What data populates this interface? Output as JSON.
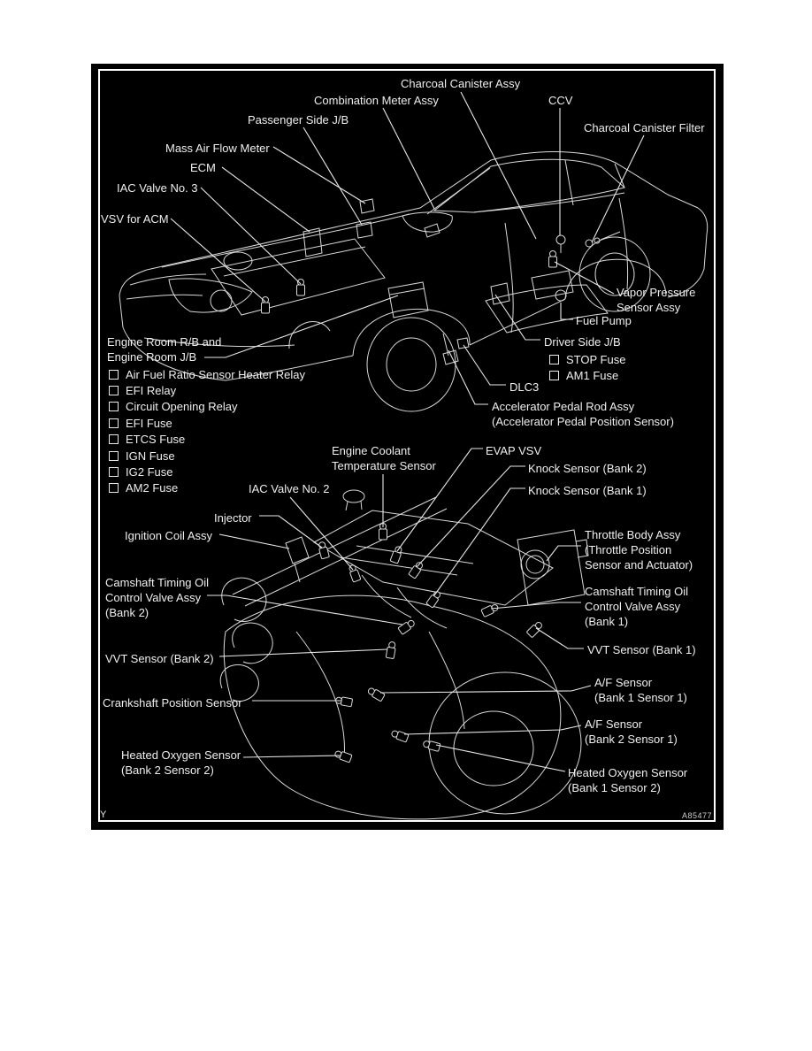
{
  "figure": {
    "corner_mark": "Y",
    "figure_code": "A85477",
    "colors": {
      "background": "#000000",
      "line": "#d8d8d8",
      "text": "#efefef"
    },
    "labels": {
      "charcoal_canister_assy": "Charcoal Canister Assy",
      "combination_meter_assy": "Combination Meter Assy",
      "ccv": "CCV",
      "passenger_side_jb": "Passenger Side J/B",
      "charcoal_canister_filter": "Charcoal Canister Filter",
      "mass_air_flow_meter": "Mass Air Flow Meter",
      "ecm": "ECM",
      "iac_valve_no_3": "IAC Valve No. 3",
      "vsv_for_acm": "VSV for ACM",
      "vapor_pressure_sensor_assy": [
        "Vapor Pressure",
        "Sensor Assy"
      ],
      "fuel_pump": "Fuel Pump",
      "driver_side_jb": {
        "title": "Driver Side J/B",
        "items": [
          "STOP Fuse",
          "AM1 Fuse"
        ]
      },
      "dlc3": "DLC3",
      "accelerator_pedal_rod_assy": [
        "Accelerator Pedal Rod Assy",
        "(Accelerator Pedal Position Sensor)"
      ],
      "engine_room_rb_jb": {
        "title": [
          "Engine Room R/B and",
          "Engine Room J/B"
        ],
        "items": [
          "Air Fuel Ratio Sensor Heater Relay",
          "EFI Relay",
          "Circuit Opening Relay",
          "EFI Fuse",
          "ETCS Fuse",
          "IGN Fuse",
          "IG2 Fuse",
          "AM2 Fuse"
        ]
      },
      "engine_coolant_temperature_sensor": [
        "Engine Coolant",
        "Temperature Sensor"
      ],
      "evap_vsv": "EVAP VSV",
      "knock_sensor_bank_2": "Knock Sensor (Bank 2)",
      "knock_sensor_bank_1": "Knock Sensor (Bank 1)",
      "iac_valve_no_2": "IAC Valve No. 2",
      "injector": "Injector",
      "ignition_coil_assy": "Ignition Coil Assy",
      "throttle_body_assy": [
        "Throttle Body Assy",
        "(Throttle Position",
        "Sensor and Actuator)"
      ],
      "camshaft_timing_oil_control_valve_assy_bank_2": [
        "Camshaft Timing Oil",
        "Control Valve Assy",
        "(Bank 2)"
      ],
      "camshaft_timing_oil_control_valve_assy_bank_1": [
        "Camshaft Timing Oil",
        "Control Valve Assy",
        "(Bank 1)"
      ],
      "vvt_sensor_bank_2": "VVT Sensor (Bank 2)",
      "vvt_sensor_bank_1": "VVT Sensor (Bank 1)",
      "crankshaft_position_sensor": "Crankshaft Position Sensor",
      "af_sensor_bank_1_sensor_1": [
        "A/F Sensor",
        "(Bank 1 Sensor 1)"
      ],
      "af_sensor_bank_2_sensor_1": [
        "A/F Sensor",
        "(Bank 2 Sensor 1)"
      ],
      "heated_oxygen_sensor_bank_2_sensor_2": [
        "Heated Oxygen Sensor",
        "(Bank 2 Sensor 2)"
      ],
      "heated_oxygen_sensor_bank_1_sensor_2": [
        "Heated Oxygen Sensor",
        "(Bank 1 Sensor 2)"
      ]
    }
  }
}
